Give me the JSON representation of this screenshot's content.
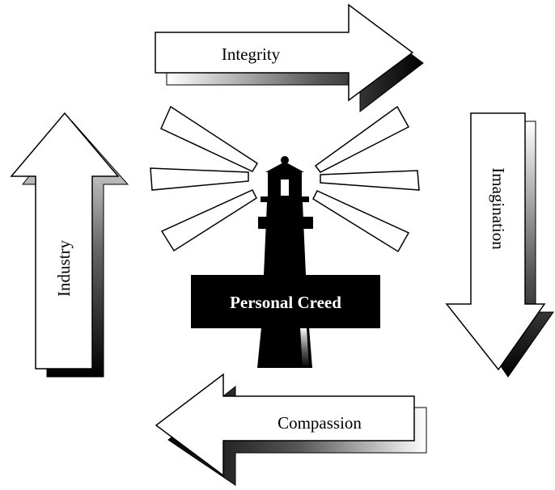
{
  "center": {
    "label": "Personal Creed"
  },
  "arrows": {
    "top": "Integrity",
    "right": "Imagination",
    "bottom": "Compassion",
    "left": "Industry"
  },
  "colors": {
    "line": "#000000",
    "fill": "#ffffff",
    "shadow_dark": "#000000",
    "shadow_light": "#e0e0e0",
    "lighthouse": "#000000"
  }
}
